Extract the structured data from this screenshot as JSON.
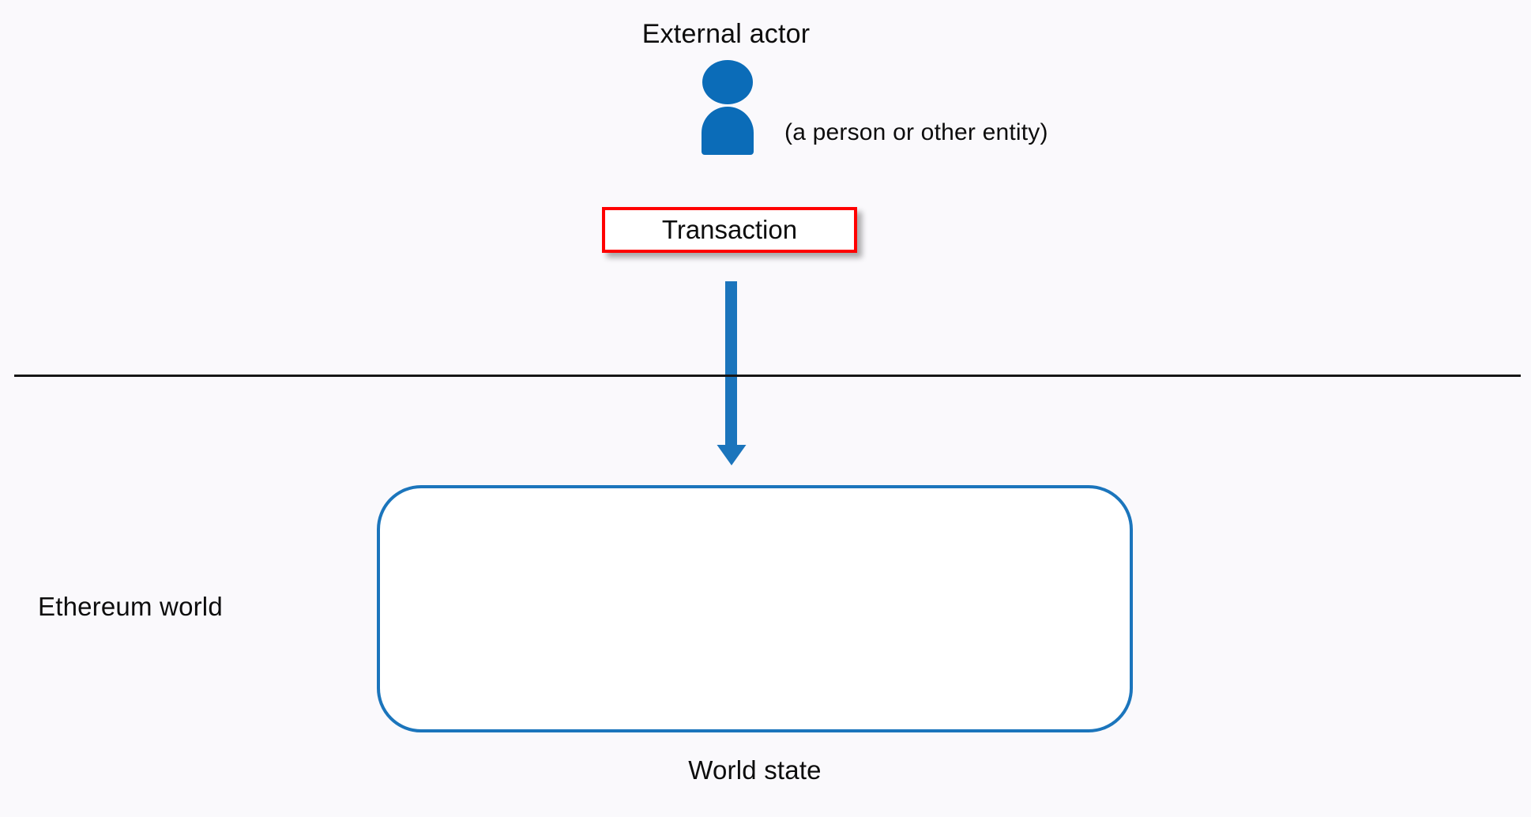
{
  "diagram": {
    "title": "External actor",
    "background_color": "#faf9fc",
    "actor": {
      "icon_name": "person-icon",
      "icon_color": "#0b6cb8",
      "note": "(a person or other entity)"
    },
    "transaction": {
      "label": "Transaction",
      "border_color": "#ff0000",
      "fill_color": "#ffffff"
    },
    "arrow": {
      "icon_name": "down-arrow-icon",
      "color": "#1b75bc",
      "direction": "down",
      "from": "Transaction",
      "to": "World state"
    },
    "divider": {
      "color": "#161616"
    },
    "world": {
      "region_label": "Ethereum world",
      "state_label": "World state",
      "state_border_color": "#1b75bc",
      "state_fill_color": "#ffffff"
    }
  }
}
